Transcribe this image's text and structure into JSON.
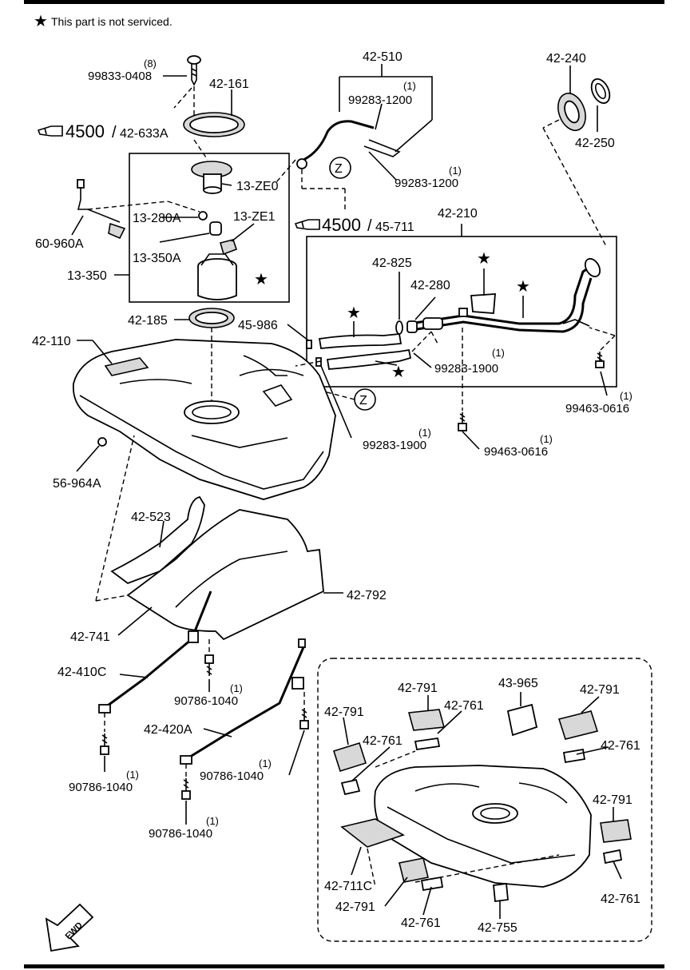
{
  "note": "This part is not serviced.",
  "ref_labels": {
    "ref_a_num": "4500",
    "ref_a_code": "42-633A",
    "ref_b_num": "4500",
    "ref_b_code": "45-711",
    "sep": "/"
  },
  "z_marker": "Z",
  "star": "★",
  "fwd": "FWD",
  "labels": {
    "qty_8": "(8)",
    "p_99833": "99833-0408",
    "p_42161": "42-161",
    "p_42510": "42-510",
    "qty_510": "(1)",
    "p_99283_1200_a": "99283-1200",
    "qty_1200_b": "(1)",
    "p_99283_1200_b": "99283-1200",
    "p_42240": "42-240",
    "p_42250": "42-250",
    "p_13ze0": "13-ZE0",
    "p_13280a": "13-280A",
    "p_13ze1": "13-ZE1",
    "p_13350a": "13-350A",
    "p_13350": "13-350",
    "p_60960a": "60-960A",
    "p_42210": "42-210",
    "p_42825": "42-825",
    "p_42280": "42-280",
    "qty_1900_a": "(1)",
    "p_99283_1900_a": "99283-1900",
    "p_42185": "42-185",
    "p_45986": "45-986",
    "p_42110": "42-110",
    "qty_0616_a": "(1)",
    "p_99463_0616_a": "99463-0616",
    "qty_1900_b": "(1)",
    "p_99283_1900_b": "99283-1900",
    "qty_0616_b": "(1)",
    "p_99463_0616_b": "99463-0616",
    "p_56964a": "56-964A",
    "p_42523": "42-523",
    "p_42792": "42-792",
    "p_42741": "42-741",
    "p_42410c": "42-410C",
    "qty_1040_a": "(1)",
    "p_90786_1040_a": "90786-1040",
    "p_42420a": "42-420A",
    "qty_1040_b": "(1)",
    "p_90786_1040_b": "90786-1040",
    "qty_1040_c": "(1)",
    "p_90786_1040_c": "90786-1040",
    "qty_1040_d": "(1)",
    "p_90786_1040_d": "90786-1040",
    "p_42791_a": "42-791",
    "p_43965": "43-965",
    "p_42791_b": "42-791",
    "p_42791_c": "42-791",
    "p_42761_a": "42-761",
    "p_42761_b": "42-761",
    "p_42761_c": "42-761",
    "p_42791_d": "42-791",
    "p_42711c": "42-711C",
    "p_42791_e": "42-791",
    "p_42761_d": "42-761",
    "p_42755": "42-755",
    "p_42761_e": "42-761"
  }
}
